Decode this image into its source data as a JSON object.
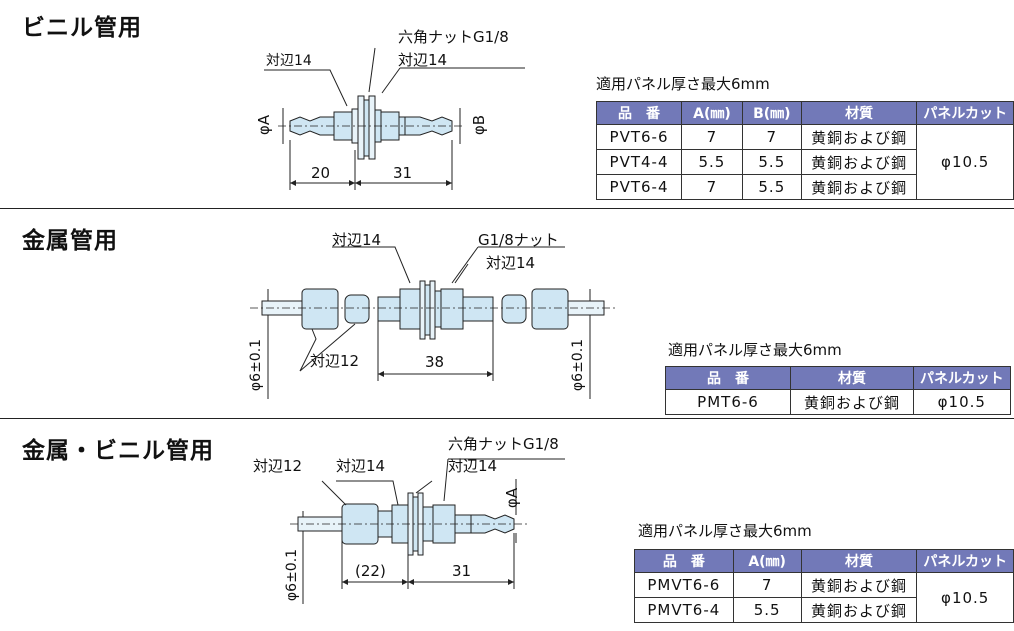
{
  "sections": [
    {
      "title": "ビニル管用",
      "labels": {
        "taihen1": "対辺14",
        "nut": "六角ナットG1/8",
        "taihen2": "対辺14",
        "phiA": "φA",
        "phiB": "φB",
        "dim1": "20",
        "dim2": "31"
      },
      "note": "適用パネル厚さ最大6mm",
      "headers": [
        "品　番",
        "A(㎜)",
        "B(㎜)",
        "材質",
        "パネルカット"
      ],
      "rows": [
        [
          "PVT6-6",
          "7",
          "7",
          "黄銅および鋼"
        ],
        [
          "PVT4-4",
          "5.5",
          "5.5",
          "黄銅および鋼"
        ],
        [
          "PVT6-4",
          "7",
          "5.5",
          "黄銅および鋼"
        ]
      ],
      "cut": "φ10.5"
    },
    {
      "title": "金属管用",
      "labels": {
        "taihen1": "対辺14",
        "nut": "G1/8ナット",
        "taihen2": "対辺14",
        "taihen12": "対辺12",
        "dim": "38",
        "phiL": "φ6±0.1",
        "phiR": "φ6±0.1"
      },
      "note": "適用パネル厚さ最大6mm",
      "headers": [
        "品　番",
        "材質",
        "パネルカット"
      ],
      "rows": [
        [
          "PMT6-6",
          "黄銅および鋼",
          "φ10.5"
        ]
      ]
    },
    {
      "title": "金属・ビニル管用",
      "labels": {
        "taihen12": "対辺12",
        "taihen14a": "対辺14",
        "nut": "六角ナットG1/8",
        "taihen14b": "対辺14",
        "phiA": "φA",
        "phi6": "φ6±0.1",
        "dim1": "(22)",
        "dim2": "31"
      },
      "note": "適用パネル厚さ最大6mm",
      "headers": [
        "品　番",
        "A(㎜)",
        "材質",
        "パネルカット"
      ],
      "rows": [
        [
          "PMVT6-6",
          "7",
          "黄銅および鋼"
        ],
        [
          "PMVT6-4",
          "5.5",
          "黄銅および鋼"
        ]
      ],
      "cut": "φ10.5"
    }
  ]
}
